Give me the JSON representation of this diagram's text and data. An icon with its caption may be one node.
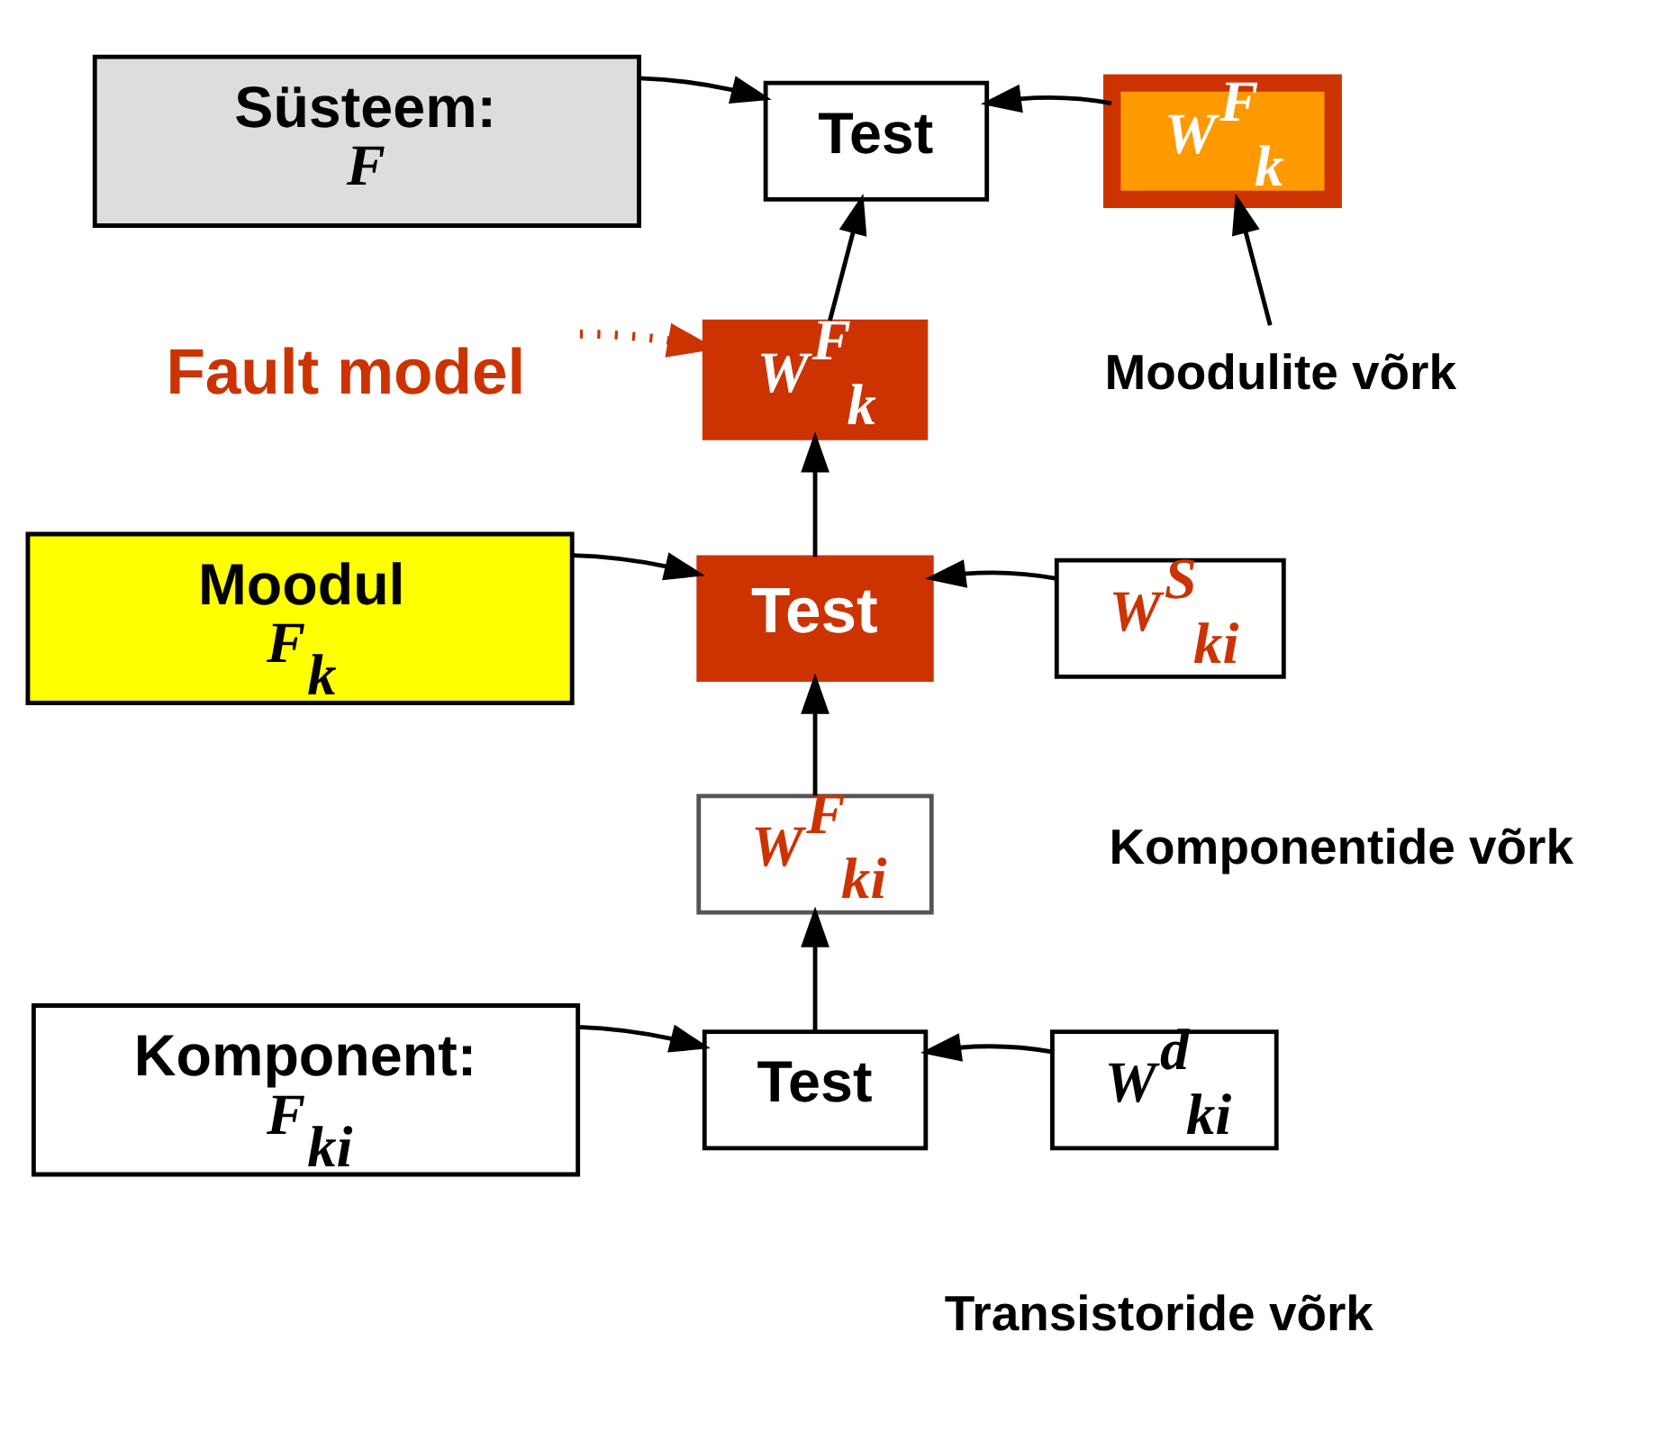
{
  "diagram": {
    "nodes": [
      {
        "text": [
          "Süsteem:",
          "F"
        ]
      },
      {
        "text": [
          "Test"
        ]
      },
      {
        "text": [
          "W$^{F}$$_{k}$"
        ]
      },
      {
        "text": [
          "W$^{F}$$_{k}$"
        ]
      },
      {
        "text": [
          "Fault model"
        ]
      },
      {
        "text": [
          "Moodulite võrk"
        ]
      },
      {
        "text": [
          "Moodul",
          "F$_{k}$"
        ]
      },
      {
        "text": [
          "Test"
        ]
      },
      {
        "text": [
          "W$^{S}$$_{ki}$"
        ]
      },
      {
        "text": [
          "W$^{F}$$_{ki}$"
        ]
      },
      {
        "text": [
          "Komponent:",
          "F$_{ki}$"
        ]
      },
      {
        "text": [
          "Test"
        ]
      },
      {
        "text": [
          "W$^{d}$$_{ki}$"
        ]
      }
    ],
    "edges": [
      {
        "from": 0,
        "to": 1,
        "arrow": "to"
      },
      {
        "from": 2,
        "to": 1,
        "arrow": "to"
      },
      {
        "from": 5,
        "to": 2,
        "arrow": "to"
      },
      {
        "from": 3,
        "to": 1,
        "arrow": "to"
      },
      {
        "from": 4,
        "to": 3,
        "arrow": "to",
        "style": "dashed",
        "color": "#cc3300"
      },
      {
        "from": 7,
        "to": 3,
        "arrow": "to"
      },
      {
        "from": 6,
        "to": 7,
        "arrow": "to"
      },
      {
        "from": 8,
        "to": 7,
        "arrow": "to"
      },
      {
        "from": 9,
        "to": 7,
        "arrow": "to"
      },
      {
        "from": 11,
        "to": 9,
        "arrow": "to"
      },
      {
        "from": 10,
        "to": 11,
        "arrow": "to"
      },
      {
        "from": 12,
        "to": 11,
        "arrow": "to"
      }
    ],
    "labels": [
      "Komponentide võrk",
      "Transistoride võrk"
    ]
  }
}
